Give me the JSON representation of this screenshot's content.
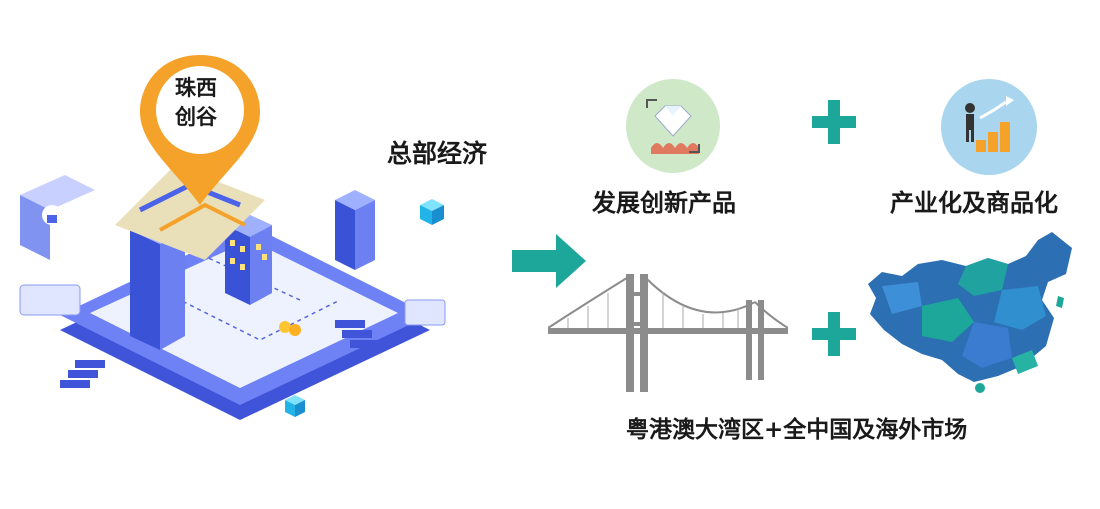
{
  "pin": {
    "line1": "珠西",
    "line2": "创谷"
  },
  "hq_label": "总部经济",
  "product_label": "发展创新产品",
  "industry_label": "产业化及商品化",
  "market_label": "粤港澳大湾区+全中国及海外市场",
  "colors": {
    "teal": "#1ca79a",
    "pin_orange": "#f5a22a",
    "platform_blue": "#5b6ff0",
    "building_blue": "#4a63e8",
    "circle_green": "#cfe8c8",
    "circle_blue": "#a9d6ee",
    "bridge_gray": "#8c8c8c"
  },
  "icons": {
    "city": "isometric-city-illustration",
    "arrow": "right-arrow-icon",
    "product": "diamond-cycle-icon",
    "growth": "climbing-growth-icon",
    "bridge": "suspension-bridge-illustration",
    "map": "china-map-illustration"
  }
}
